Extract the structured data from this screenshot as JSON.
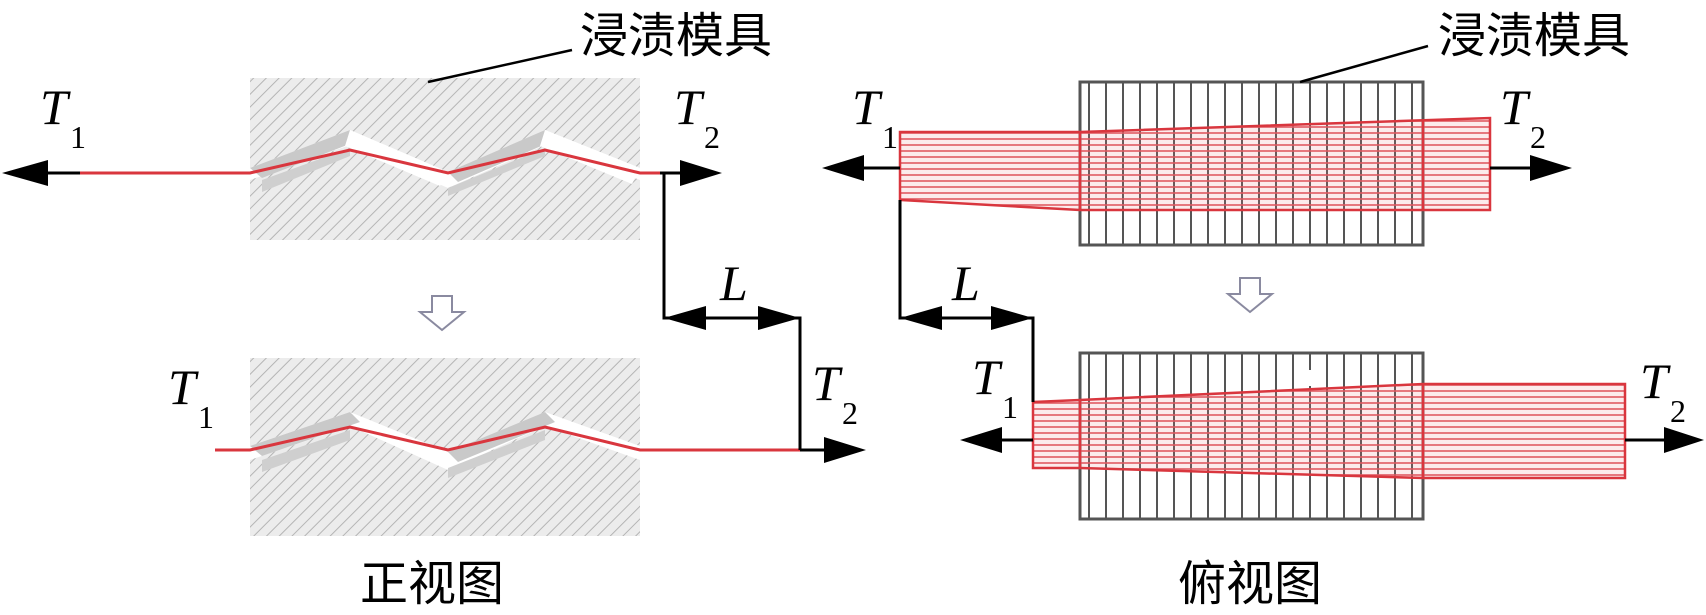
{
  "labels": {
    "die_left": "浸渍模具",
    "die_right": "浸渍模具",
    "front_view": "正视图",
    "top_view": "俯视图",
    "tension_symbol": "T",
    "sub_1": "1",
    "sub_2": "2",
    "length": "L"
  },
  "colors": {
    "fiber": "#d9363e",
    "fiber_band": "#e05a62",
    "die_fill": "#e6e6e6",
    "hatch": "#b5b5b5",
    "die_dark": "#555555",
    "line": "#000000",
    "down_arrow": "#8a8aa0"
  }
}
